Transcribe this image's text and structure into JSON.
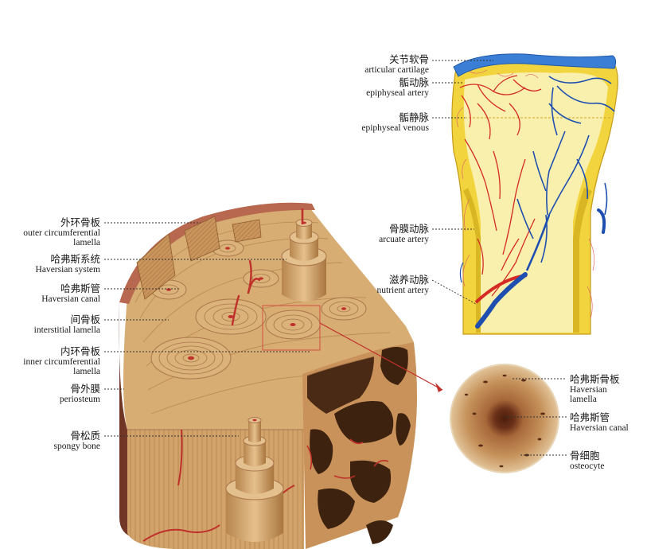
{
  "labels": {
    "articular_cartilage": {
      "zh": "关节软骨",
      "en": "articular cartilage"
    },
    "epiphyseal_artery": {
      "zh": "骺动脉",
      "en": "epiphyseal artery"
    },
    "epiphyseal_venous": {
      "zh": "骺静脉",
      "en": "epiphyseal venous"
    },
    "arcuate_artery": {
      "zh": "骨膜动脉",
      "en": "arcuate artery"
    },
    "nutrient_artery": {
      "zh": "滋养动脉",
      "en": "nutrient artery"
    },
    "outer_circumferential_lamella": {
      "zh": "外环骨板",
      "en": "outer circumferential",
      "en2": "lamella"
    },
    "haversian_system": {
      "zh": "哈弗斯系统",
      "en": "Haversian system"
    },
    "haversian_canal": {
      "zh": "哈弗斯管",
      "en": "Haversian canal"
    },
    "interstitial_lamella": {
      "zh": "间骨板",
      "en": "interstitial lamella"
    },
    "inner_circumferential_lamella": {
      "zh": "内环骨板",
      "en": "inner circumferential",
      "en2": "lamella"
    },
    "periosteum": {
      "zh": "骨外膜",
      "en": "periosteum"
    },
    "spongy_bone": {
      "zh": "骨松质",
      "en": "spongy bone"
    },
    "haversian_lamella": {
      "zh": "哈弗斯骨板",
      "en": "Haversian",
      "en2": "lamella"
    },
    "haversian_canal_detail": {
      "zh": "哈弗斯管",
      "en": "Haversian canal"
    },
    "osteocyte": {
      "zh": "骨细胞",
      "en": "osteocyte"
    }
  },
  "colors": {
    "bone_light": "#e3bd8a",
    "bone_mid": "#cf9f66",
    "bone_dark": "#a9774a",
    "periosteum": "#8a4a36",
    "artery": "#d52a24",
    "vein": "#1e4fb0",
    "marrow_yellow": "#f7e89a",
    "cartilage": "#3b7ed6"
  }
}
